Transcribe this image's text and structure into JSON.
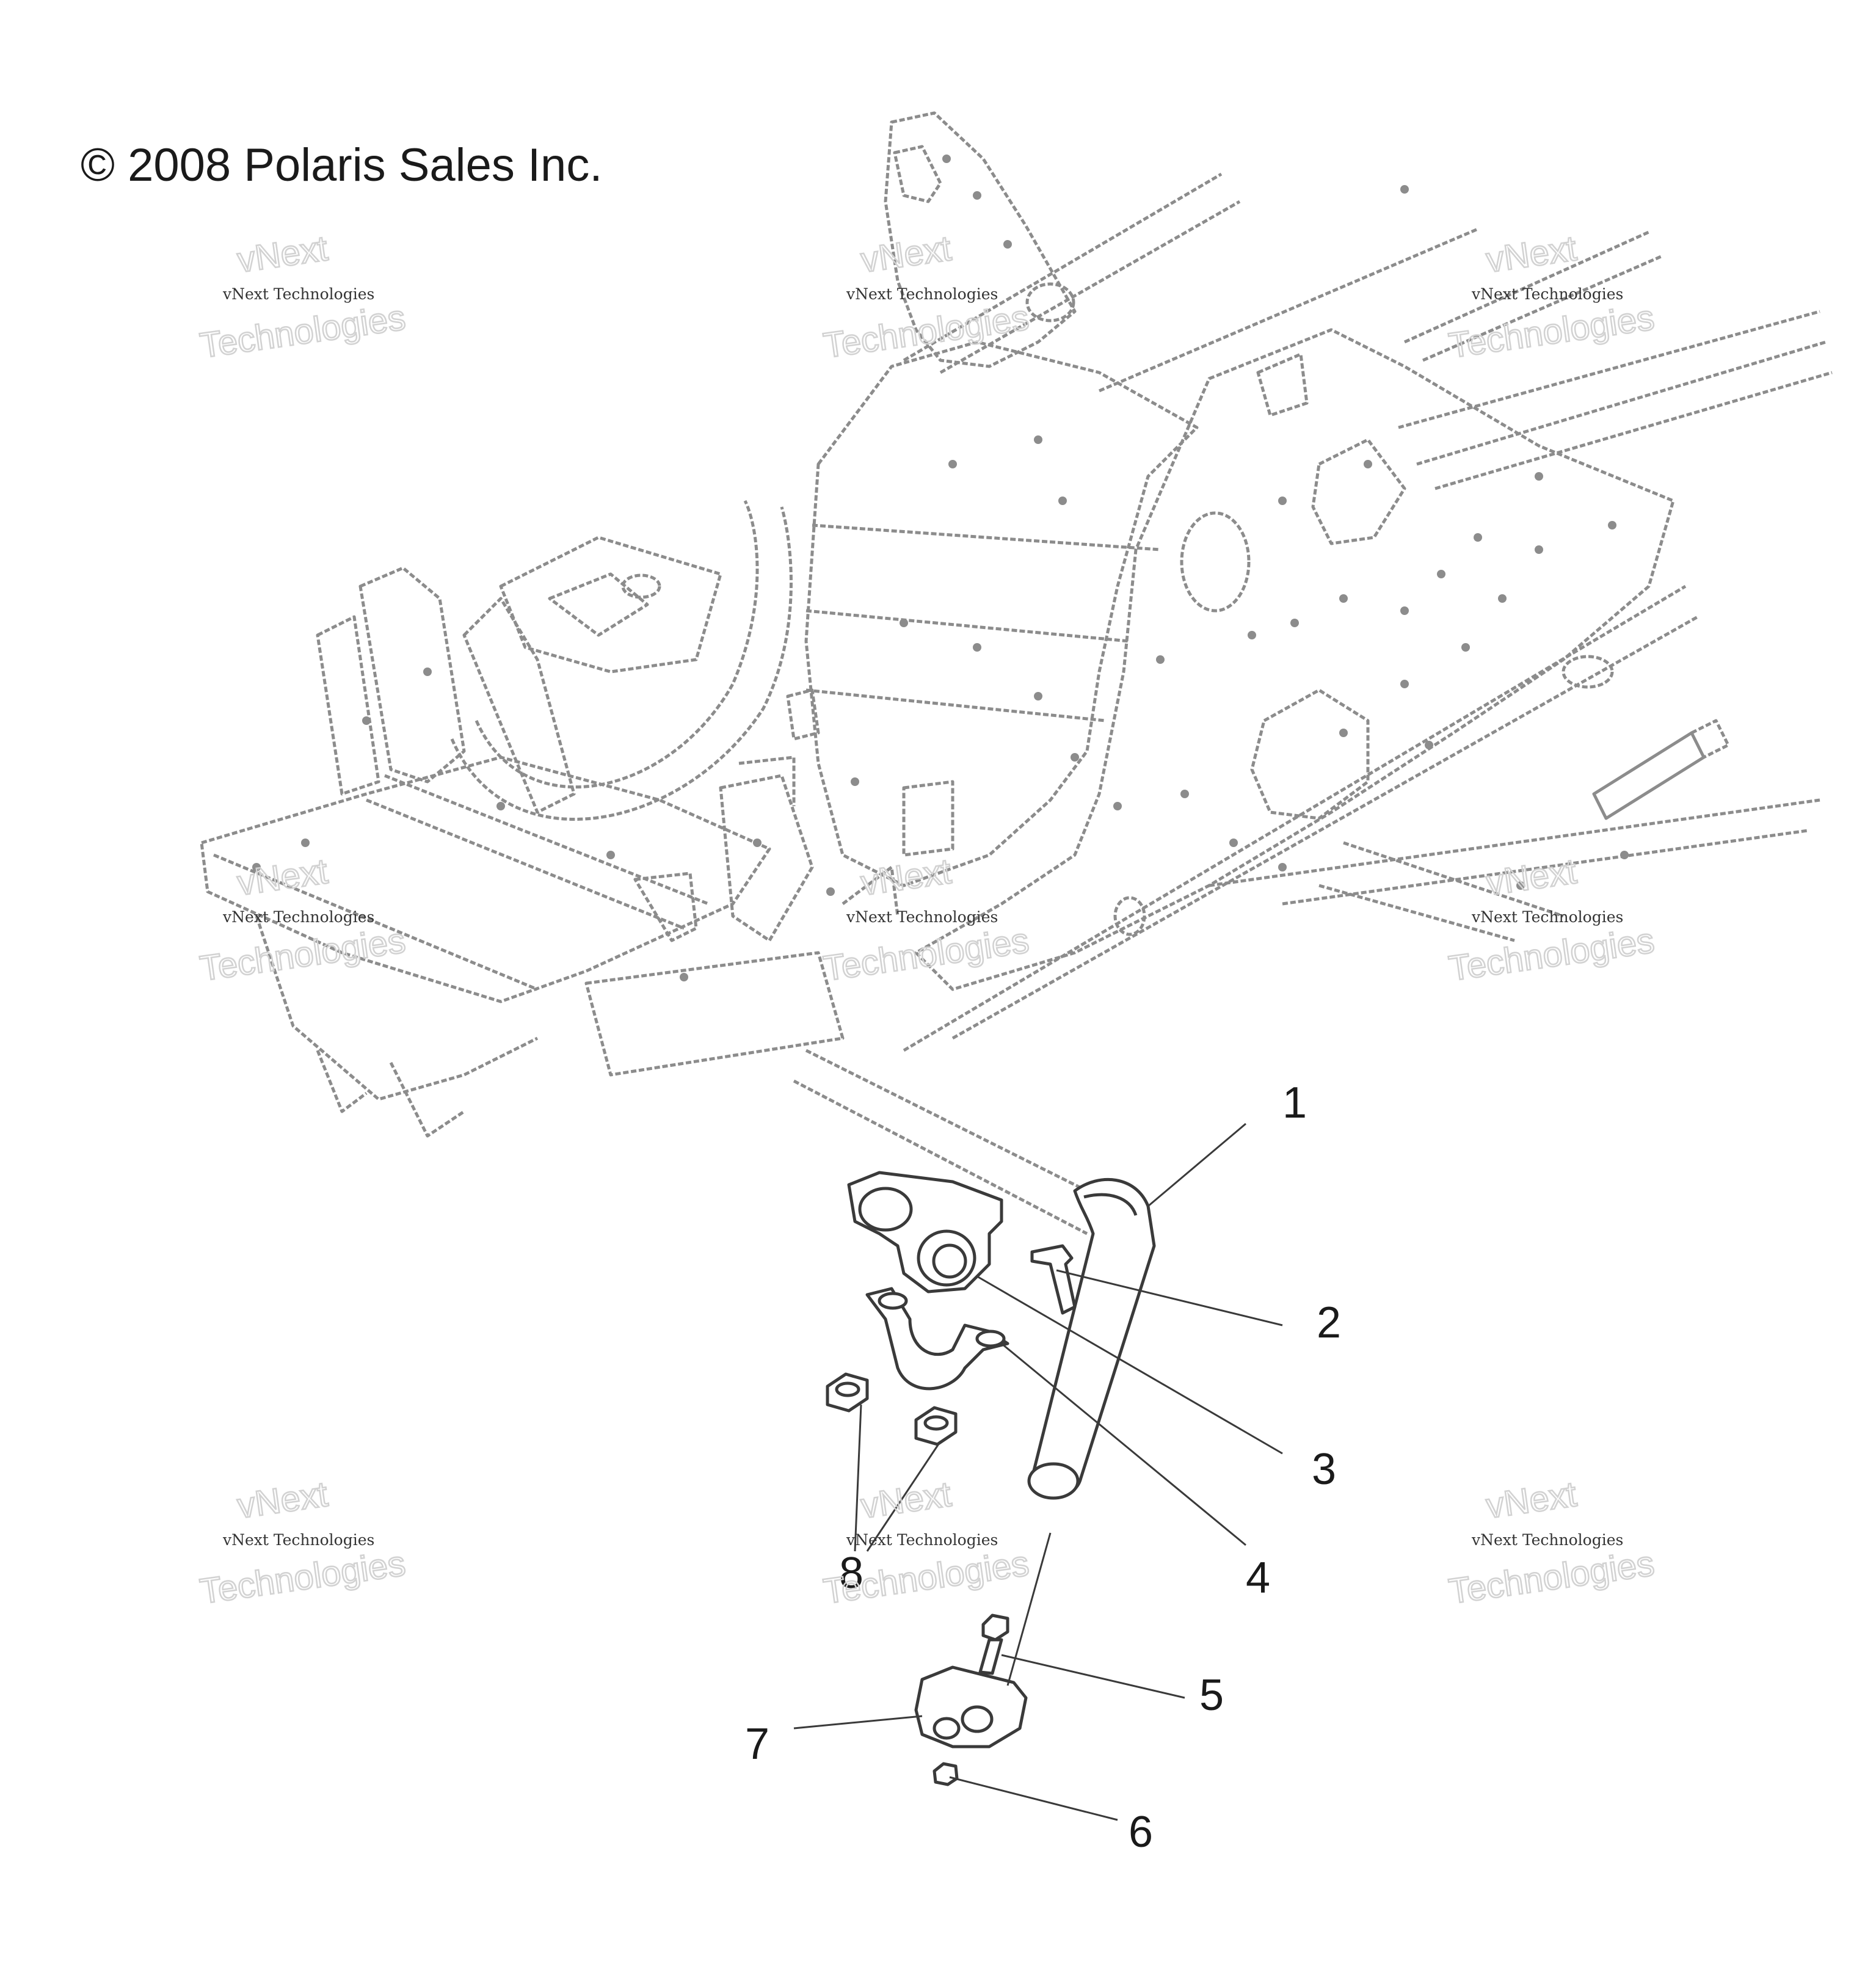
{
  "copyright": "© 2008 Polaris Sales Inc.",
  "watermark": {
    "line_small": "vNext Technologies",
    "line_big_1": "vNext",
    "line_big_2": "Technologies"
  },
  "callouts": [
    {
      "id": "1",
      "label": "1"
    },
    {
      "id": "2",
      "label": "2"
    },
    {
      "id": "3",
      "label": "3"
    },
    {
      "id": "4",
      "label": "4"
    },
    {
      "id": "5",
      "label": "5"
    },
    {
      "id": "6",
      "label": "6"
    },
    {
      "id": "7",
      "label": "7"
    },
    {
      "id": "8",
      "label": "8"
    }
  ]
}
